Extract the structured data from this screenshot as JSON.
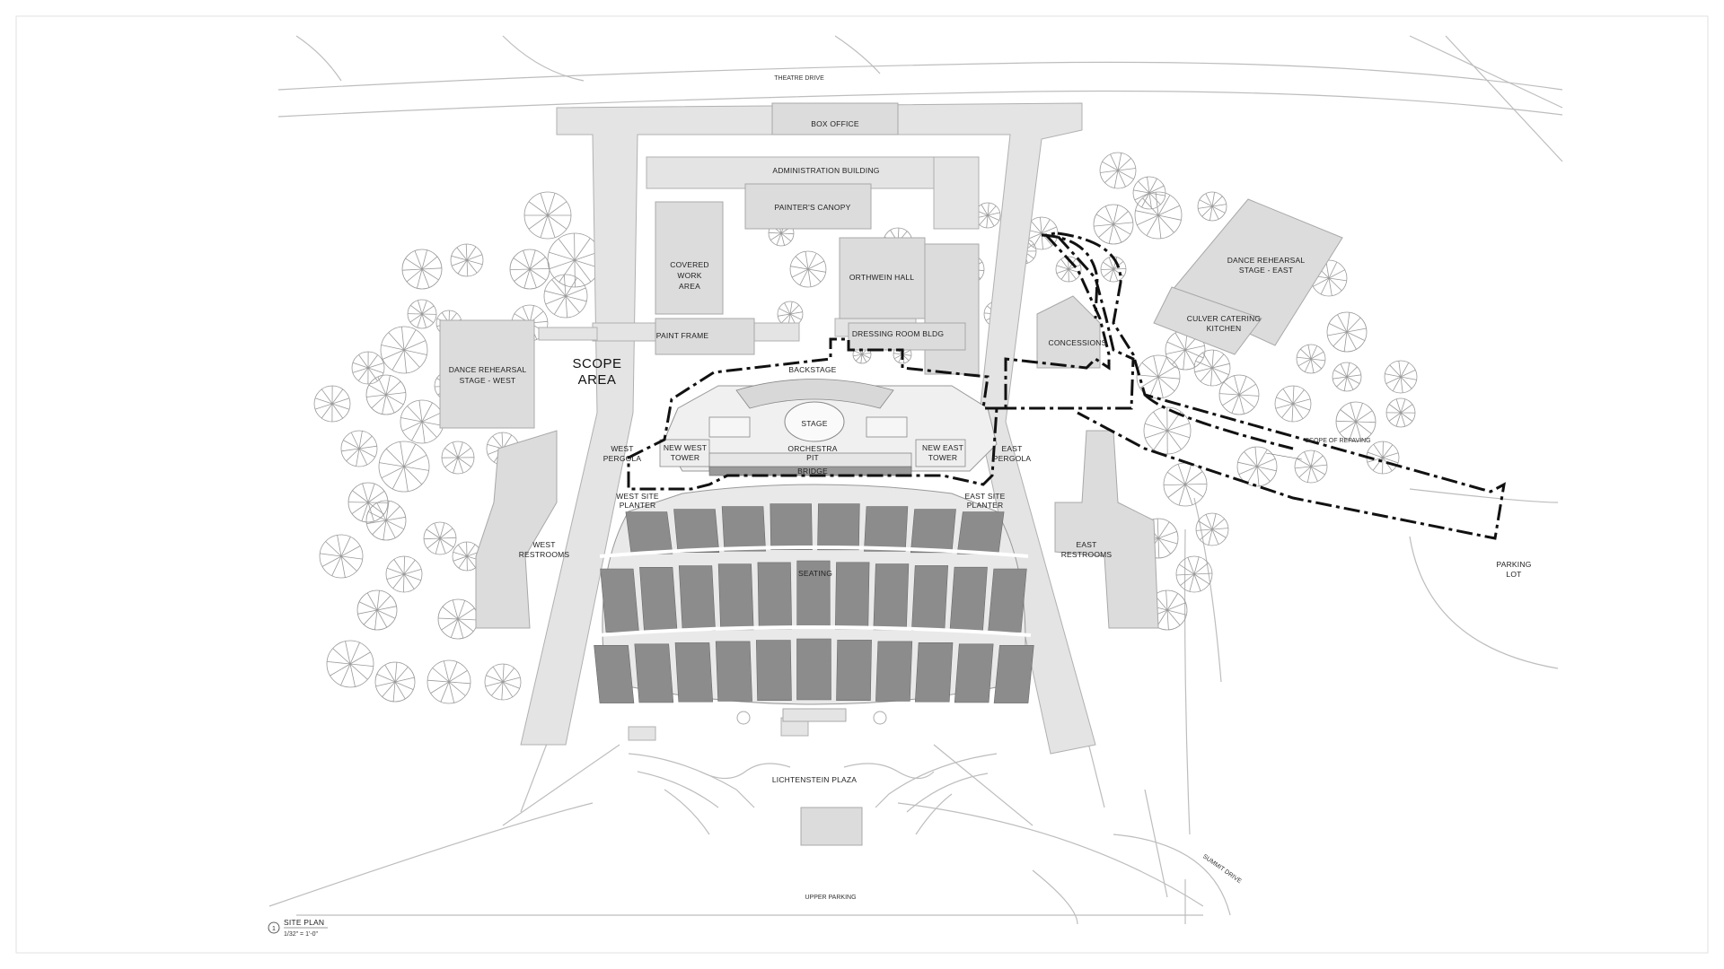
{
  "labels": {
    "theatre_drive": "THEATRE DRIVE",
    "box_office": "BOX OFFICE",
    "administration_building": "ADMINISTRATION BUILDING",
    "painters_canopy": "PAINTER'S CANOPY",
    "covered_work_area": [
      "COVERED",
      "WORK",
      "AREA"
    ],
    "orthwein_hall": "ORTHWEIN HALL",
    "paint_frame": "PAINT FRAME",
    "dressing_room_bldg": "DRESSING ROOM BLDG",
    "dance_rehearsal_west": [
      "DANCE REHEARSAL",
      "STAGE - WEST"
    ],
    "dance_rehearsal_east": [
      "DANCE REHEARSAL",
      "STAGE - EAST"
    ],
    "culver_catering": [
      "CULVER CATERING",
      "KITCHEN"
    ],
    "concessions": "CONCESSIONS",
    "scope_area": [
      "SCOPE",
      "AREA"
    ],
    "backstage": "BACKSTAGE",
    "stage": "STAGE",
    "west_pergola": [
      "WEST",
      "PERGOLA"
    ],
    "east_pergola": [
      "EAST",
      "PERGOLA"
    ],
    "new_west_tower": [
      "NEW WEST",
      "TOWER"
    ],
    "new_east_tower": [
      "NEW EAST",
      "TOWER"
    ],
    "orchestra_pit": [
      "ORCHESTRA",
      "PIT"
    ],
    "bridge": "BRIDGE",
    "west_site_planter": [
      "WEST SITE",
      "PLANTER"
    ],
    "east_site_planter": [
      "EAST SITE",
      "PLANTER"
    ],
    "west_restrooms": [
      "WEST",
      "RESTROOMS"
    ],
    "east_restrooms": [
      "EAST",
      "RESTROOMS"
    ],
    "seating": "SEATING",
    "scope_of_repaving": "SCOPE OF REPAVING",
    "parking_lot": [
      "PARKING",
      "LOT"
    ],
    "lichtenstein_plaza": "LICHTENSTEIN PLAZA",
    "summit_drive": "SUMMIT DRIVE",
    "upper_parking": "UPPER PARKING",
    "title_number": "1",
    "title": "SITE PLAN",
    "scale": "1/32\" = 1'-0\""
  },
  "colors": {
    "building": "#dcdcdc",
    "seating": "#8c8c8c",
    "scope_line": "#111111"
  }
}
